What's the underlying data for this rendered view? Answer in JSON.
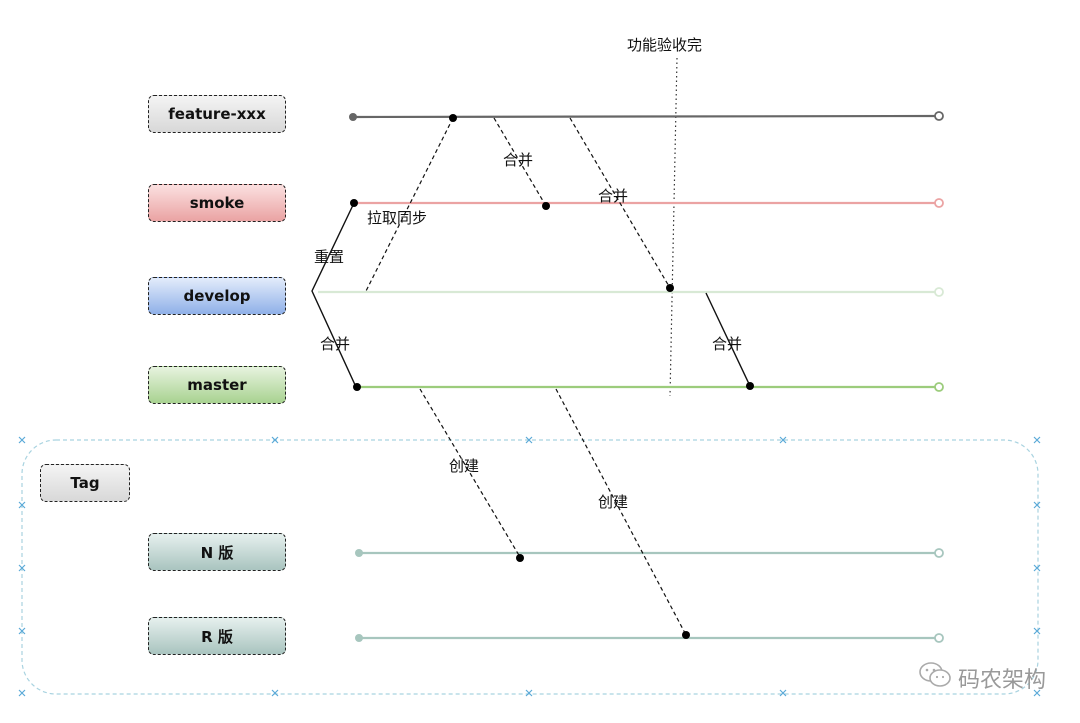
{
  "branches": {
    "feature": "feature-xxx",
    "smoke": "smoke",
    "develop": "develop",
    "master": "master"
  },
  "tag_group": {
    "title": "Tag",
    "n_version": "N 版",
    "r_version": "R 版"
  },
  "annotations": {
    "acceptance_done": "功能验收完",
    "pull_sync": "拉取同步",
    "reset": "重置",
    "merge_feature_smoke": "合并",
    "merge_feature_develop": "合并",
    "merge_develop_master": "合并",
    "merge_to_master": "合并",
    "create_n": "创建",
    "create_r": "创建"
  },
  "watermark": {
    "text": "码农架构",
    "icon": "wechat-icon"
  },
  "colors": {
    "feature_line": "#666666",
    "smoke_line": "#eba3a3",
    "develop_line": "#d8e9d5",
    "master_line": "#9ccc7c",
    "tag_line": "#a7c6be",
    "tag_border": "#a9d3e0"
  }
}
